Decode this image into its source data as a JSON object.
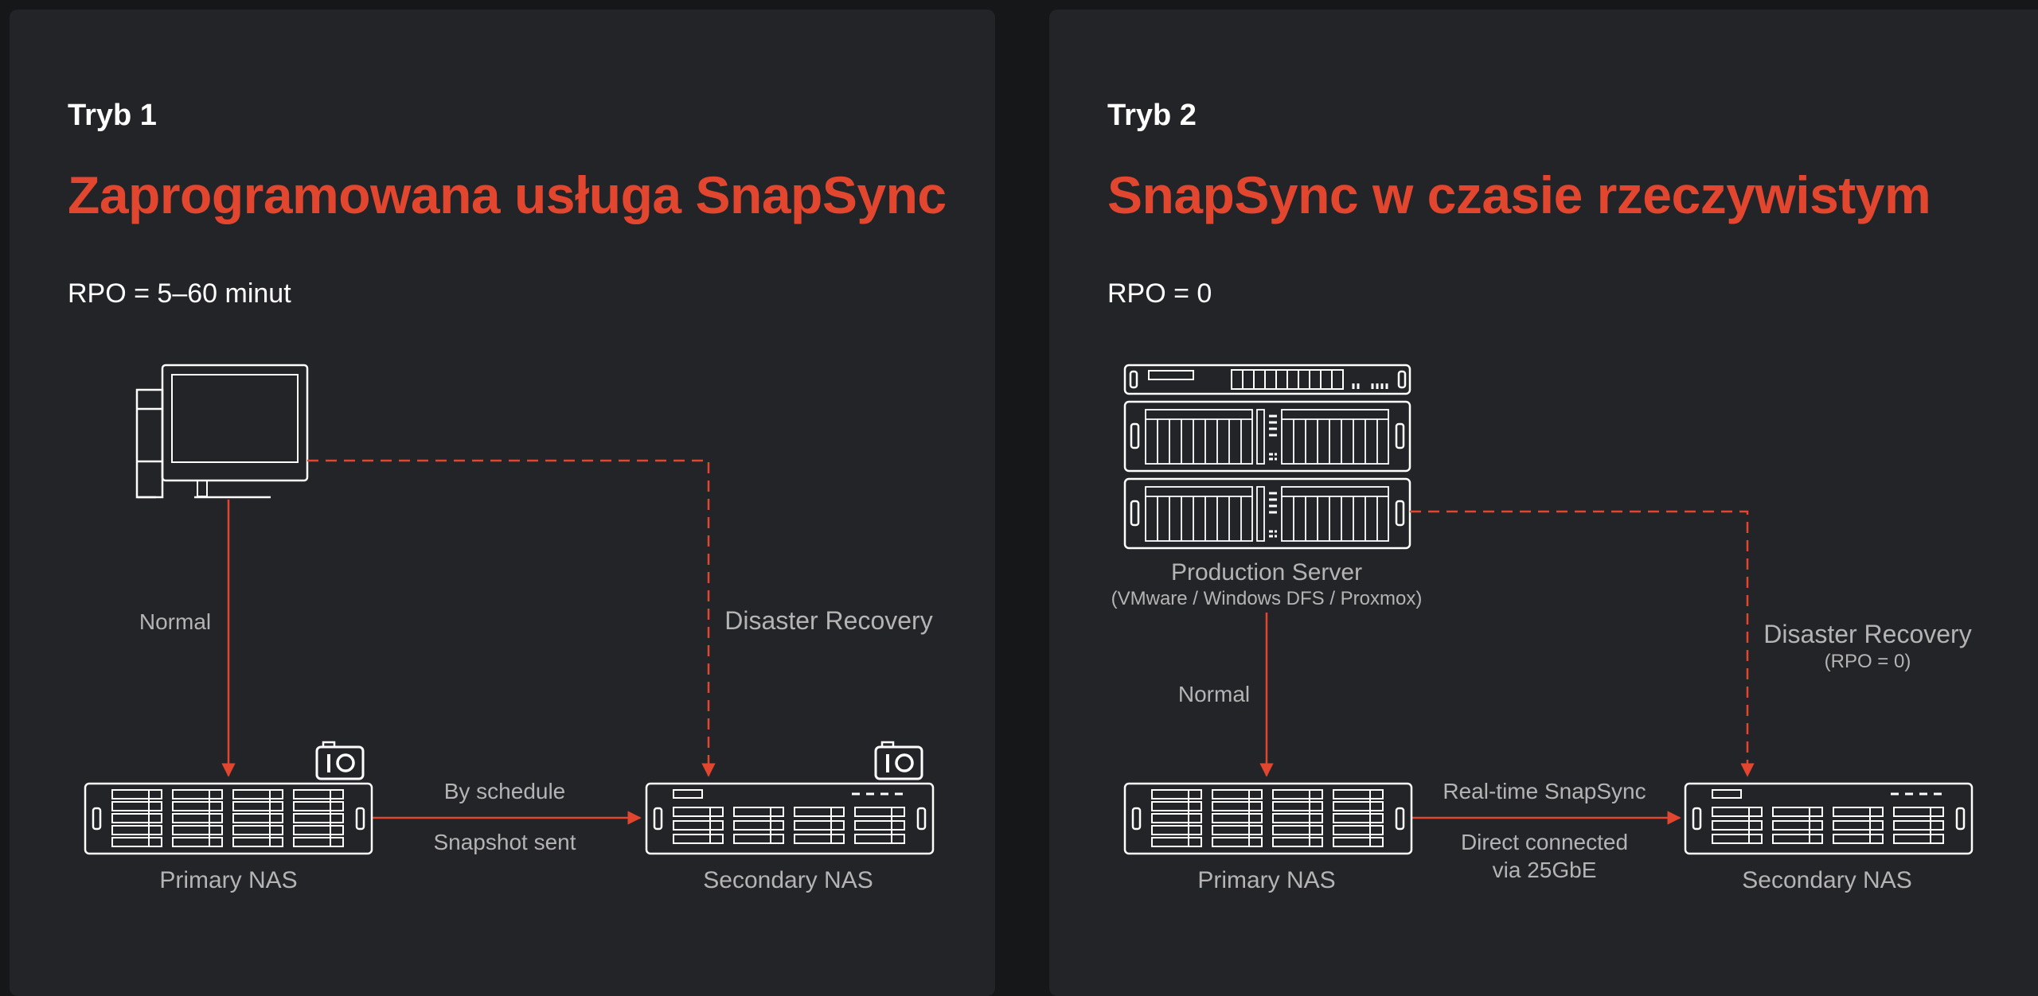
{
  "colors": {
    "background": "#161719",
    "panel": "#232427",
    "accent": "#e2462e",
    "text": "#ffffff",
    "label": "#b4b4b4",
    "device": "#ffffff"
  },
  "mode1": {
    "mode_label": "Tryb 1",
    "title": "Zaprogramowana usługa SnapSync",
    "rpo": "RPO = 5–60 minut",
    "client_icon": "desktop-computer-icon",
    "normal_label": "Normal",
    "dr_label": "Disaster Recovery",
    "schedule_label": "By schedule",
    "snapshot_label": "Snapshot sent",
    "primary_label": "Primary NAS",
    "secondary_label": "Secondary NAS",
    "snapshot_icon": "camera-snapshot-icon"
  },
  "mode2": {
    "mode_label": "Tryb 2",
    "title": "SnapSync w czasie rzeczywistym",
    "rpo": "RPO = 0",
    "server_icon": "rack-server-icon",
    "server_label": "Production Server",
    "server_sublabel": "(VMware / Windows DFS / Proxmox)",
    "normal_label": "Normal",
    "dr_label": "Disaster Recovery",
    "dr_sublabel": "(RPO = 0)",
    "realtime_label": "Real-time SnapSync",
    "direct_label_1": "Direct connected",
    "direct_label_2": "via 25GbE",
    "primary_label": "Primary NAS",
    "secondary_label": "Secondary NAS"
  }
}
